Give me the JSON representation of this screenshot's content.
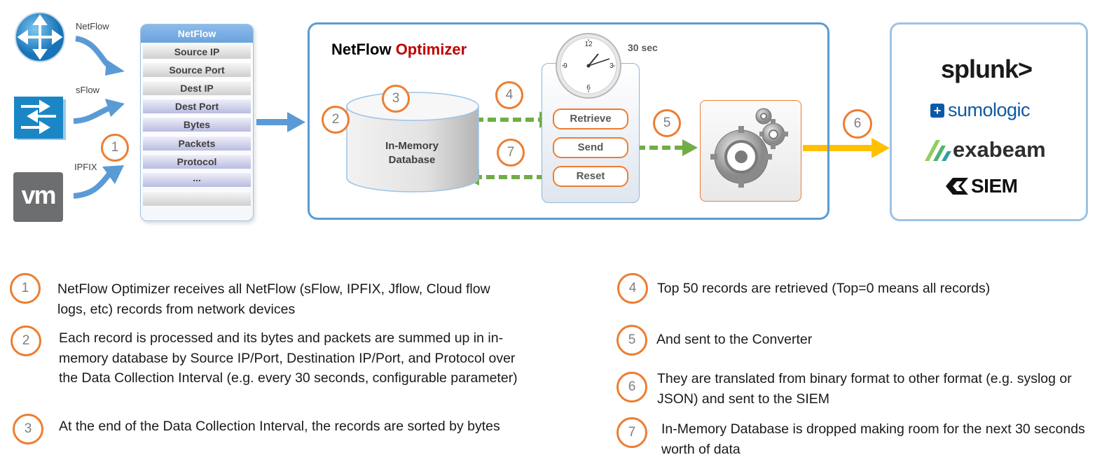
{
  "sources": [
    {
      "label": "NetFlow",
      "icon": "router-icon"
    },
    {
      "label": "sFlow",
      "icon": "switch-icon"
    },
    {
      "label": "IPFIX",
      "icon": "vm-icon",
      "logo_text": "vm"
    }
  ],
  "netflow_table": {
    "title": "NetFlow",
    "fields": [
      "Source IP",
      "Source Port",
      "Dest IP",
      "Dest Port",
      "Bytes",
      "Packets",
      "Protocol",
      "..."
    ]
  },
  "optimizer": {
    "title_part1": "NetFlow",
    "title_part2": "Optimizer",
    "database_line1": "In-Memory",
    "database_line2": "Database",
    "timer_label": "30 sec",
    "clock_numbers": [
      "12",
      "3",
      "6",
      "9"
    ],
    "actions": [
      "Retrieve",
      "Send",
      "Reset"
    ]
  },
  "destinations": {
    "splunk": "splunk>",
    "sumologic": "sumologic",
    "exabeam": "exabeam",
    "siem": "SIEM"
  },
  "step_numbers": [
    "1",
    "2",
    "3",
    "4",
    "5",
    "6",
    "7"
  ],
  "legend": [
    {
      "num": "1",
      "text": "NetFlow Optimizer receives all NetFlow (sFlow, IPFIX, Jflow, Cloud flow logs, etc) records from network devices"
    },
    {
      "num": "2",
      "text": "Each record is processed and its bytes and packets are summed up in in-memory database by Source IP/Port, Destination IP/Port, and Protocol over the Data Collection Interval (e.g. every 30 seconds, configurable parameter)"
    },
    {
      "num": "3",
      "text": "At the end of the Data Collection Interval, the records are sorted by bytes"
    },
    {
      "num": "4",
      "text": "Top 50 records are retrieved (Top=0 means all records)"
    },
    {
      "num": "5",
      "text": "And sent to the Converter"
    },
    {
      "num": "6",
      "text": "They are translated from binary format to other format (e.g. syslog or JSON) and sent to the SIEM"
    },
    {
      "num": "7",
      "text": "In-Memory Database is dropped making room for the next 30 seconds worth of data"
    }
  ],
  "colors": {
    "accent_orange": "#ED7D31",
    "blue": "#5B9BD5",
    "green": "#70AD47",
    "yellow": "#FFC000",
    "red": "#C00000"
  }
}
